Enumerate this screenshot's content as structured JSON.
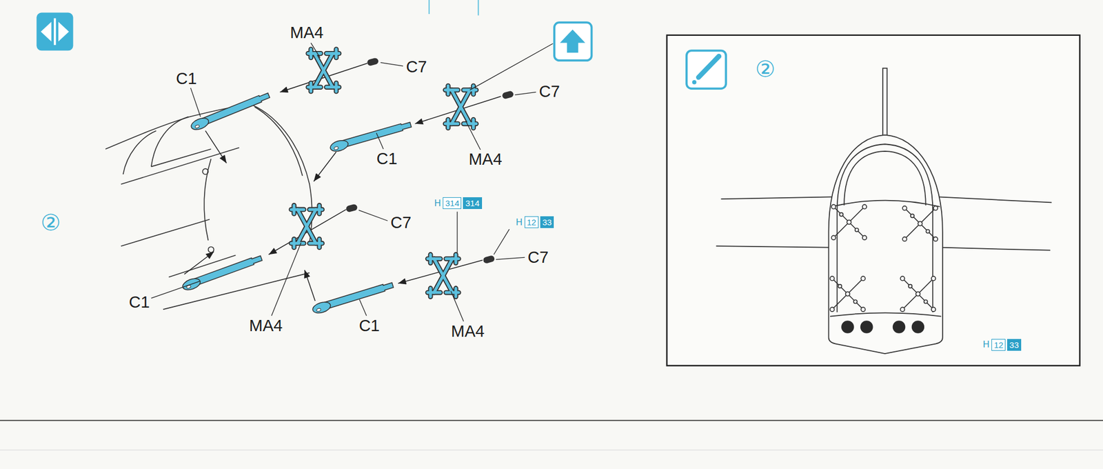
{
  "diagram": {
    "labels": [
      "②",
      "MA4",
      "C1",
      "C7",
      "C7",
      "C1",
      "MA4",
      "C7",
      "C1",
      "MA4",
      "C1",
      "MA4",
      "H",
      "314",
      "314",
      "H",
      "12",
      "33",
      "C7",
      "②",
      "H",
      "12",
      "33"
    ]
  }
}
